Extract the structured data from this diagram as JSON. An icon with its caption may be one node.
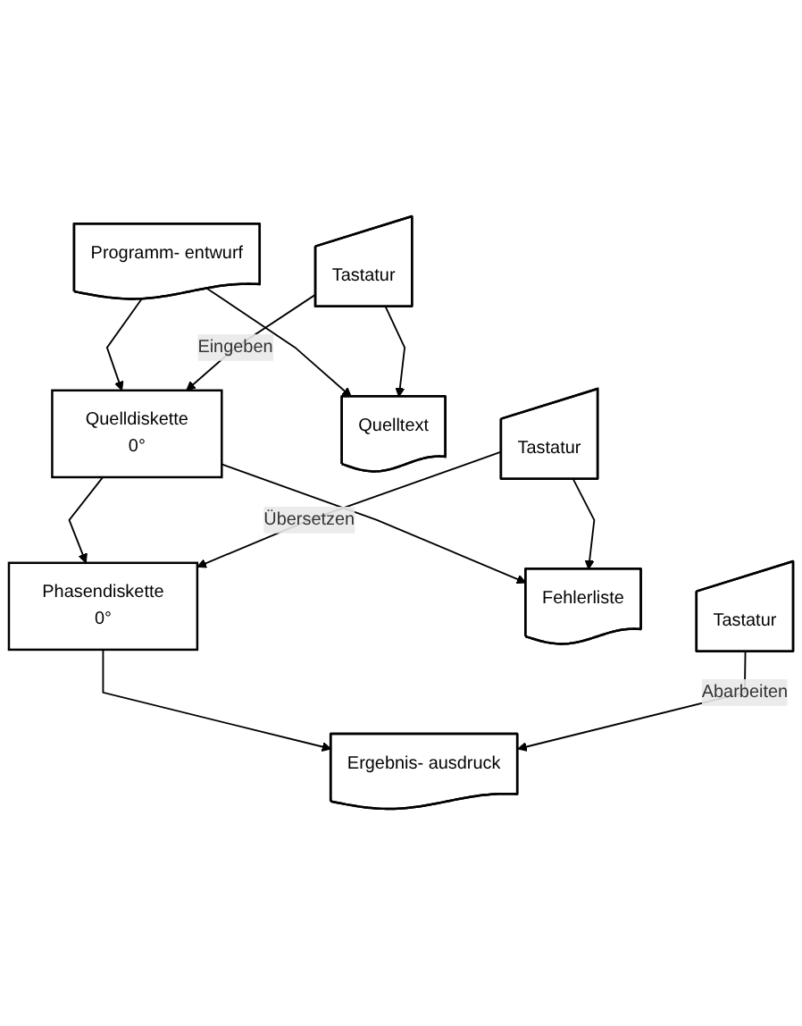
{
  "diagram": {
    "nodes": [
      {
        "text": [
          "Programm- entwurf"
        ]
      },
      {
        "text": [
          "Tastatur"
        ]
      },
      {
        "text": [
          "Quelldiskette",
          "0°"
        ]
      },
      {
        "text": [
          "Quelltext"
        ]
      },
      {
        "text": [
          "Tastatur"
        ]
      },
      {
        "text": [
          "Phasendiskette",
          "0°"
        ]
      },
      {
        "text": [
          "Fehlerliste"
        ]
      },
      {
        "text": [
          "Tastatur"
        ]
      },
      {
        "text": [
          "Ergebnis- ausdruck"
        ]
      }
    ],
    "edges": [
      {
        "from": 0,
        "to": 2,
        "arrow": "to"
      },
      {
        "from": 0,
        "to": 3,
        "arrow": "to"
      },
      {
        "from": 1,
        "to": 2,
        "arrow": "to",
        "label": "Eingeben"
      },
      {
        "from": 1,
        "to": 3,
        "arrow": "to"
      },
      {
        "from": 2,
        "to": 5,
        "arrow": "to"
      },
      {
        "from": 2,
        "to": 6,
        "arrow": "to"
      },
      {
        "from": 4,
        "to": 5,
        "arrow": "to",
        "label": "Übersetzen"
      },
      {
        "from": 4,
        "to": 6,
        "arrow": "to"
      },
      {
        "from": 5,
        "to": 8,
        "arrow": "to"
      },
      {
        "from": 7,
        "to": 8,
        "arrow": "to",
        "label": "Abarbeiten"
      }
    ]
  }
}
